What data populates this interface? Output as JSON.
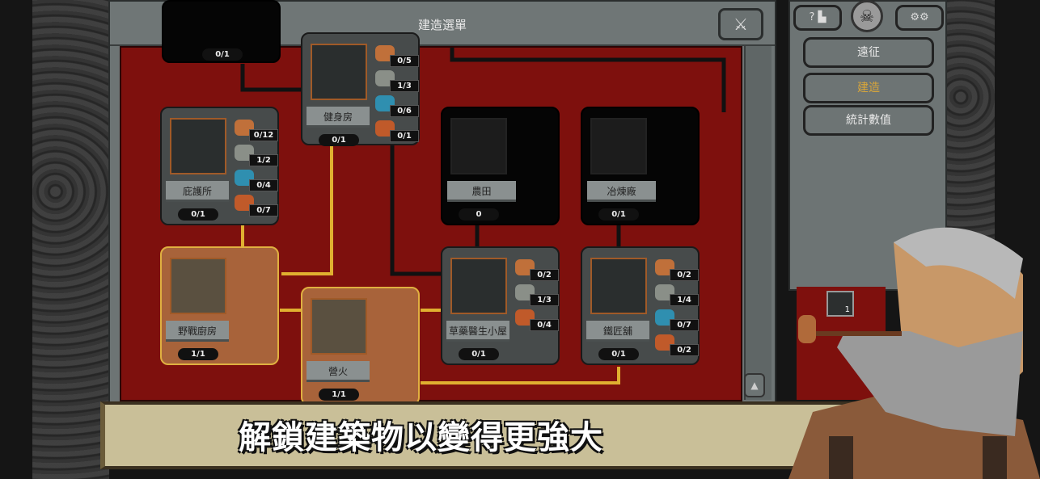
{
  "window": {
    "title": "建造選單",
    "close_icon": "crossed-swords-icon"
  },
  "buildings": [
    {
      "id": "top-partial",
      "name": "",
      "count": "0/1",
      "state": "normal",
      "resources": []
    },
    {
      "id": "gym",
      "name": "健身房",
      "count": "0/1",
      "state": "normal",
      "resources": [
        {
          "type": "wood",
          "value": "0/5"
        },
        {
          "type": "stone",
          "value": "1/3"
        },
        {
          "type": "orb",
          "value": "0/6"
        },
        {
          "type": "food",
          "value": "0/1"
        }
      ]
    },
    {
      "id": "shelter",
      "name": "庇護所",
      "count": "0/1",
      "state": "normal",
      "resources": [
        {
          "type": "wood",
          "value": "0/12"
        },
        {
          "type": "stone",
          "value": "1/2"
        },
        {
          "type": "orb",
          "value": "0/4"
        },
        {
          "type": "food",
          "value": "0/7"
        }
      ]
    },
    {
      "id": "farm",
      "name": "農田",
      "count": "0",
      "state": "locked",
      "resources": []
    },
    {
      "id": "smelter",
      "name": "冶煉廠",
      "count": "0/1",
      "state": "locked",
      "resources": []
    },
    {
      "id": "field-kitchen",
      "name": "野戰廚房",
      "count": "1/1",
      "state": "built",
      "resources": []
    },
    {
      "id": "campfire",
      "name": "營火",
      "count": "1/1",
      "state": "built",
      "resources": []
    },
    {
      "id": "herbalist-hut",
      "name": "草藥醫生小屋",
      "count": "0/1",
      "state": "normal",
      "resources": [
        {
          "type": "wood",
          "value": "0/2"
        },
        {
          "type": "stone",
          "value": "1/3"
        },
        {
          "type": "food",
          "value": "0/4"
        }
      ]
    },
    {
      "id": "smithy",
      "name": "鐵匠舖",
      "count": "0/1",
      "state": "normal",
      "resources": [
        {
          "type": "wood",
          "value": "0/2"
        },
        {
          "type": "stone",
          "value": "1/4"
        },
        {
          "type": "orb",
          "value": "0/7"
        },
        {
          "type": "food",
          "value": "0/2"
        }
      ]
    }
  ],
  "side": {
    "help_label": "?",
    "settings_icon": "gear-icon",
    "buttons": [
      {
        "label": "遠征",
        "active": false
      },
      {
        "label": "建造",
        "active": true
      },
      {
        "label": "統計數值",
        "active": false
      }
    ],
    "inventory_count": "1"
  },
  "banner": {
    "text": "解鎖建築物以變得更強大"
  },
  "colors": {
    "board": "#7e100d",
    "panel": "#6d7474",
    "active": "#d9a63a",
    "path_gold": "#e0b030"
  }
}
